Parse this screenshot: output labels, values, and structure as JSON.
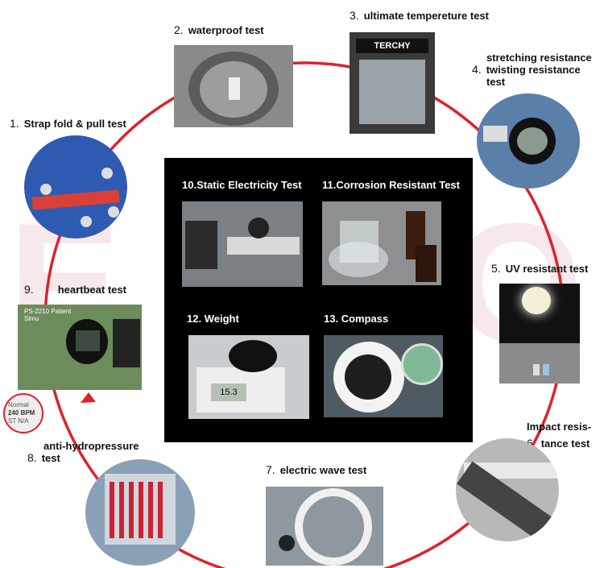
{
  "tests": [
    {
      "num": "1.",
      "label": "Strap fold & pull test"
    },
    {
      "num": "2.",
      "label": "waterproof test"
    },
    {
      "num": "3.",
      "label": "ultimate tempereture test"
    },
    {
      "num": "4.",
      "label_lines": [
        "stretching resistance",
        "twisting resistance",
        "test"
      ]
    },
    {
      "num": "5.",
      "label": "UV resistant test"
    },
    {
      "num": "6.",
      "label_lines": [
        "Impact resis-",
        "tance test"
      ]
    },
    {
      "num": "7.",
      "label": "electric wave test"
    },
    {
      "num": "8.",
      "label_lines": [
        "anti-hydropressure",
        "test"
      ]
    },
    {
      "num": "9.",
      "label": "heartbeat test"
    },
    {
      "num": "10.",
      "label": "Static Electricity Test"
    },
    {
      "num": "11.",
      "label": "Corrosion Resistant Test"
    },
    {
      "num": "12.",
      "label": "Weight"
    },
    {
      "num": "13.",
      "label": "Compass"
    }
  ],
  "photo_text": {
    "chamber_brand": "TERCHY",
    "monitor_title": "PS-2210 Patient Simu",
    "bpm_lines": [
      "Normal",
      "240 BPM",
      "ST  N/A"
    ],
    "scale_display": "15.3"
  },
  "colors": {
    "ring": "#e0202a",
    "center_bg": "#000000"
  }
}
